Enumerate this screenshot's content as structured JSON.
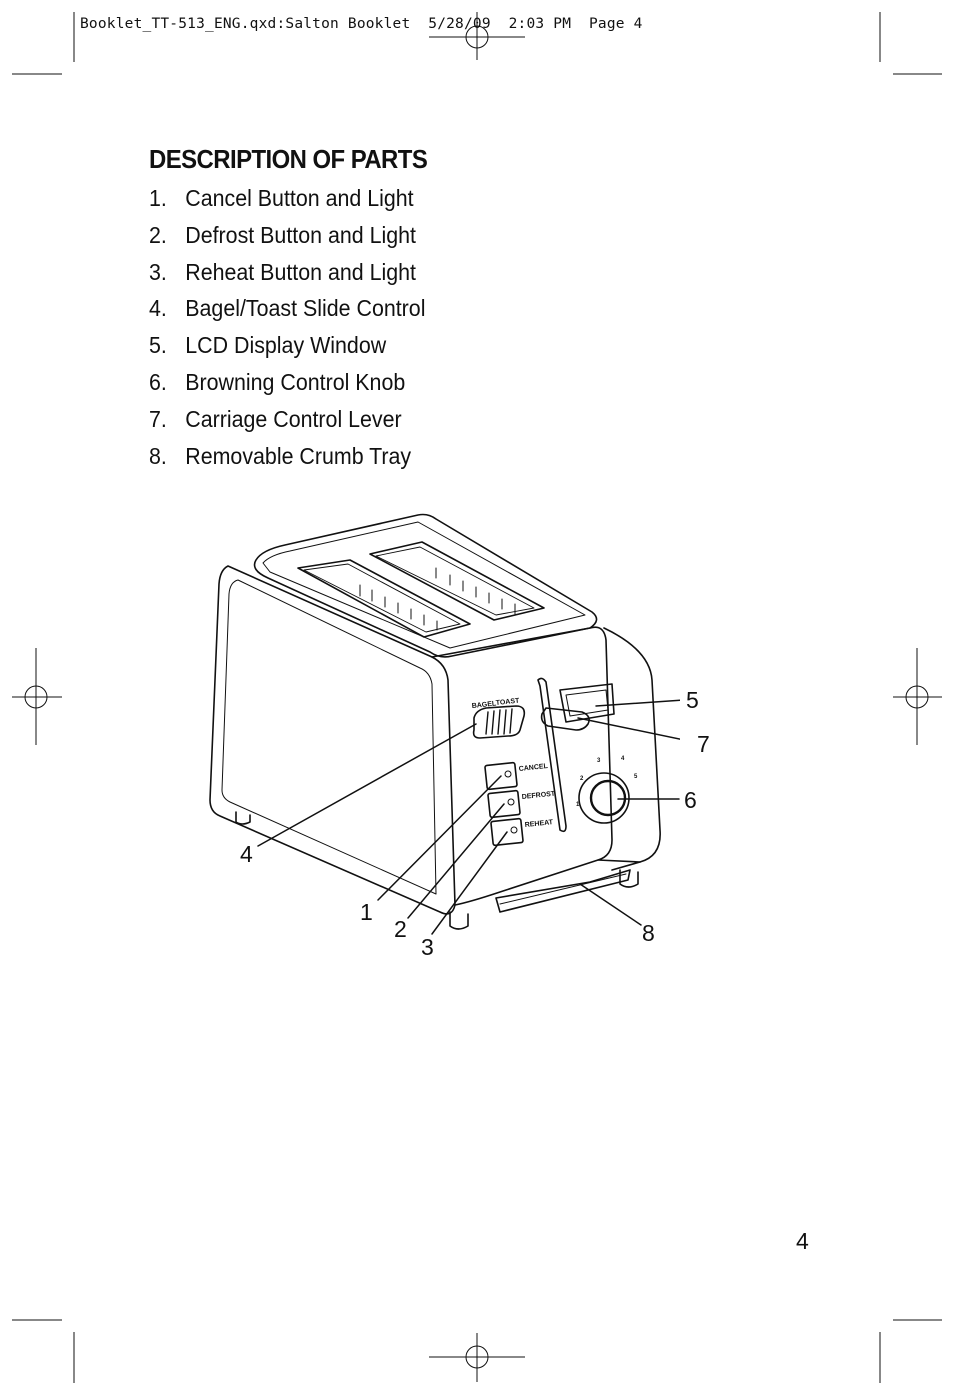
{
  "header": {
    "slug": "Booklet_TT-513_ENG.qxd:Salton Booklet  5/28/09  2:03 PM  Page 4"
  },
  "section": {
    "title": "DESCRIPTION OF PARTS",
    "parts": [
      {
        "num": "1.",
        "label": "Cancel Button and Light"
      },
      {
        "num": "2.",
        "label": "Defrost Button and Light"
      },
      {
        "num": "3.",
        "label": "Reheat Button and Light"
      },
      {
        "num": "4.",
        "label": "Bagel/Toast Slide Control"
      },
      {
        "num": "5.",
        "label": "LCD Display Window"
      },
      {
        "num": "6.",
        "label": "Browning Control Knob"
      },
      {
        "num": "7.",
        "label": "Carriage Control Lever"
      },
      {
        "num": "8.",
        "label": "Removable Crumb Tray"
      }
    ]
  },
  "figure": {
    "panel_labels": {
      "bagel": "BAGEL",
      "toast": "TOAST",
      "cancel": "CANCEL",
      "defrost": "DEFROST",
      "reheat": "REHEAT"
    },
    "dial_numbers": [
      "1",
      "2",
      "3",
      "4",
      "5"
    ],
    "callouts": [
      "1",
      "2",
      "3",
      "4",
      "5",
      "6",
      "7",
      "8"
    ]
  },
  "page_number": "4"
}
